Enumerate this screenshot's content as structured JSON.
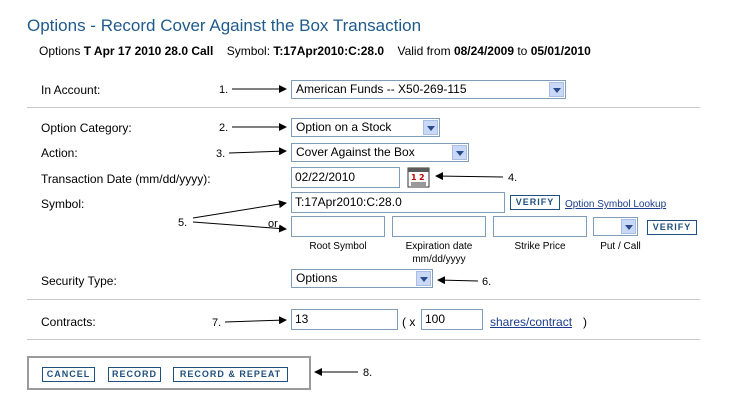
{
  "page_title": "Options - Record Cover Against the Box Transaction",
  "option_info": {
    "prefix": "Options",
    "option_desc": "T Apr 17 2010 28.0 Call",
    "symbol_label": "Symbol:",
    "symbol_value": "T:17Apr2010:C:28.0",
    "valid_from_label": "Valid from",
    "valid_from": "08/24/2009",
    "to_label": "to",
    "valid_to": "05/01/2010"
  },
  "form": {
    "account_label": "In Account:",
    "account_value": "American Funds -- X50-269-115",
    "option_category_label": "Option Category:",
    "option_category_value": "Option on a Stock",
    "action_label": "Action:",
    "action_value": "Cover Against the Box",
    "transaction_date_label": "Transaction Date (mm/dd/yyyy):",
    "transaction_date_value": "02/22/2010",
    "symbol_label": "Symbol:",
    "symbol_value": "T:17Apr2010:C:28.0",
    "verify_label": "VERIFY",
    "option_symbol_lookup": "Option Symbol Lookup",
    "or_label": "or",
    "root_symbol_label": "Root Symbol",
    "expiration_date_label": "Expiration date",
    "expiration_date_format": "mm/dd/yyyy",
    "strike_price_label": "Strike Price",
    "put_call_label": "Put / Call",
    "security_type_label": "Security Type:",
    "security_type_value": "Options",
    "contracts_label": "Contracts:",
    "contracts_value": "13",
    "open_paren_x": "( x",
    "shares_value": "100",
    "shares_per_contract": "shares/contract",
    "close_paren": ")"
  },
  "buttons": {
    "cancel": "CANCEL",
    "record": "RECORD",
    "record_repeat": "RECORD & REPEAT"
  },
  "annotations": {
    "n1": "1.",
    "n2": "2.",
    "n3": "3.",
    "n4": "4.",
    "n5": "5.",
    "n6": "6.",
    "n7": "7.",
    "n8": "8."
  },
  "icons": {
    "calendar": "calendar-icon",
    "dropdown": "chevron-down-icon"
  },
  "colors": {
    "title": "#1f5a8c",
    "link": "#1a3c8c",
    "button_border": "#1f4f7f",
    "field_border": "#7f9db9"
  }
}
